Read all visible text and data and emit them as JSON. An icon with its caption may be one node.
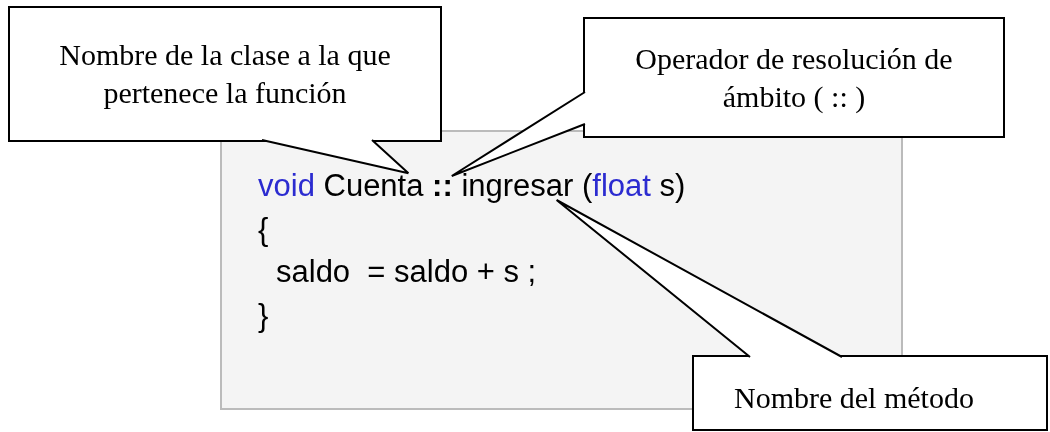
{
  "diagram": {
    "nodes": [
      {
        "text": [
          "Nombre de la clase a la que pertenece la función"
        ]
      },
      {
        "text": [
          "Operador de resolución de ámbito ( :: )"
        ]
      },
      {
        "text": [
          "void Cuenta :: ingresar (float s)",
          "{",
          "saldo  = saldo + s ;",
          "}"
        ]
      },
      {
        "text": [
          "Nombre del método"
        ]
      },
      {
        "text": [],
        "shape": "text",
        "in": 2
      },
      {
        "text": [],
        "shape": "text",
        "in": 2
      },
      {
        "text": [],
        "shape": "text",
        "in": 2
      }
    ],
    "edges": [
      {
        "from": 0,
        "to": 4,
        "arrow": "none"
      },
      {
        "from": 1,
        "to": 5,
        "arrow": "none"
      },
      {
        "from": 3,
        "to": 6,
        "arrow": "none"
      }
    ]
  }
}
